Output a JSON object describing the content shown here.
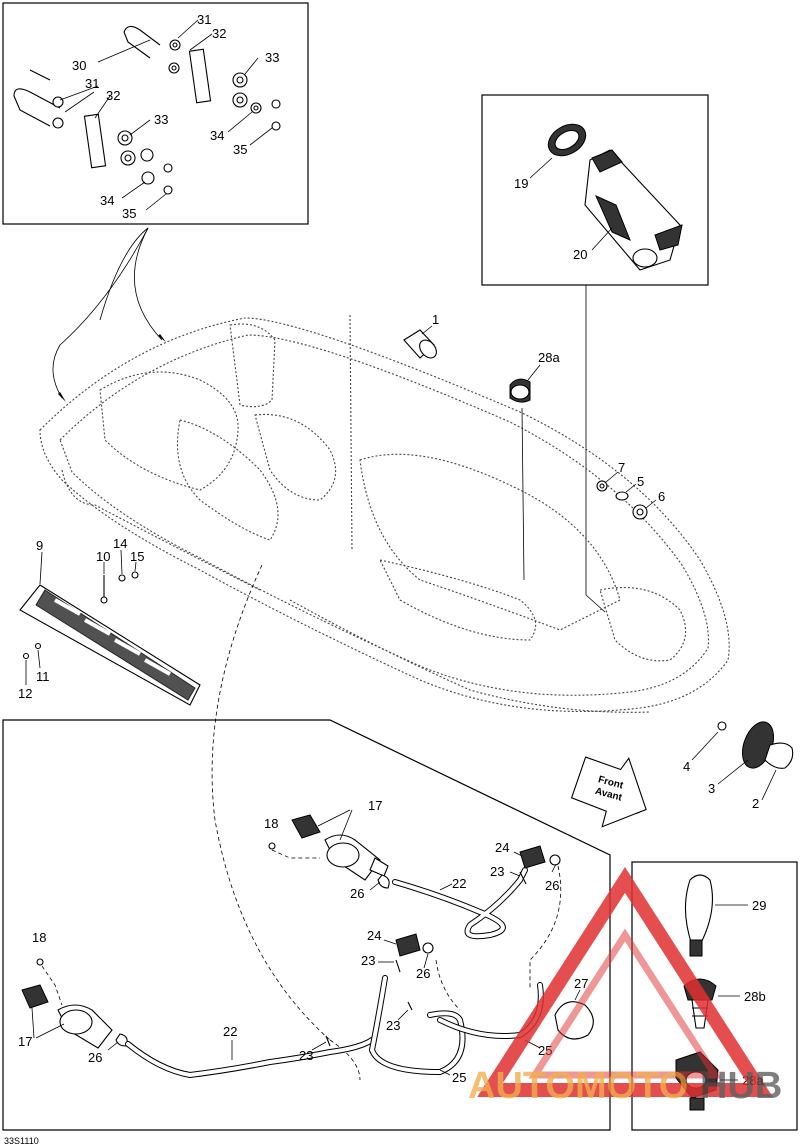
{
  "diagram_code": "33S1110",
  "front_arrow": {
    "line1": "Front",
    "line2": "Avant"
  },
  "watermark": {
    "part1": "AUTOMOTO",
    "part2": "HUB",
    "colors": {
      "triangle": "#e03030",
      "text1": "#f0a030",
      "text2": "#444444"
    }
  },
  "callouts": {
    "c1": "1",
    "c2": "2",
    "c3": "3",
    "c4": "4",
    "c5": "5",
    "c6": "6",
    "c7": "7",
    "c9": "9",
    "c10": "10",
    "c11": "11",
    "c12": "12",
    "c14": "14",
    "c15": "15",
    "c17a": "17",
    "c17b": "17",
    "c18a": "18",
    "c18b": "18",
    "c19": "19",
    "c20": "20",
    "c22a": "22",
    "c22b": "22",
    "c23a": "23",
    "c23b": "23",
    "c23c": "23",
    "c23d": "23",
    "c24a": "24",
    "c24b": "24",
    "c25a": "25",
    "c25b": "25",
    "c26a": "26",
    "c26b": "26",
    "c26c": "26",
    "c26d": "26",
    "c27": "27",
    "c28a_top": "28a",
    "c28a_box": "28a",
    "c28b": "28b",
    "c29": "29",
    "c30": "30",
    "c31a": "31",
    "c31b": "31",
    "c32a": "32",
    "c32b": "32",
    "c33a": "33",
    "c33b": "33",
    "c34a": "34",
    "c34b": "34",
    "c35a": "35",
    "c35b": "35"
  }
}
